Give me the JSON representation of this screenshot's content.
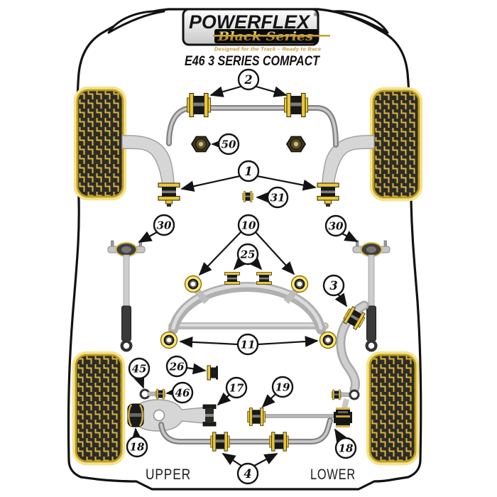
{
  "header": {
    "brand": "POWERFLEX",
    "registered_mark": "®",
    "series": "Black Series",
    "tagline": "Designed for the Track – Ready to Race",
    "model_title": "E46 3 SERIES COMPACT"
  },
  "footer_labels": {
    "left": "UPPER",
    "right": "LOWER"
  },
  "colors": {
    "bushing_yellow": "#e9c93f",
    "gold_text": "#c49a2e",
    "tire_outline_yellow": "#e8c944",
    "metal_gray": "#c9c9c9",
    "outline_black": "#141414",
    "series_gradient_top": "#ffe87a",
    "series_gradient_bottom": "#8f5f12"
  },
  "callouts": [
    {
      "label": "2",
      "points_to": "front-anti-roll-bar-bushings"
    },
    {
      "label": "50",
      "points_to": "front-arm-hex-nut"
    },
    {
      "label": "1",
      "points_to": "front-arm-rear-bushings"
    },
    {
      "label": "31",
      "points_to": "steering-coupling-bushing"
    },
    {
      "label": "30",
      "points_to": "front-shock-top-mount-left"
    },
    {
      "label": "10",
      "points_to": "rear-subframe-front-mounting-bushes"
    },
    {
      "label": "30",
      "points_to": "front-shock-top-mount-right"
    },
    {
      "label": "25",
      "points_to": "rear-subframe-top-bushes"
    },
    {
      "label": "3",
      "points_to": "rear-trailing-arm-bush"
    },
    {
      "label": "11",
      "points_to": "rear-subframe-rear-mounting-bushes"
    },
    {
      "label": "45",
      "points_to": "gear-linkage-rod-ring"
    },
    {
      "label": "26",
      "points_to": "small-mount-bush"
    },
    {
      "label": "46",
      "points_to": "gear-linkage-rod-bush"
    },
    {
      "label": "17",
      "points_to": "lower-arm-inner-bush"
    },
    {
      "label": "19",
      "points_to": "rear-anti-roll-bar-link-bush"
    },
    {
      "label": "18",
      "points_to": "rear-arm-front-bush-left"
    },
    {
      "label": "18",
      "points_to": "rear-arm-front-bush-right"
    },
    {
      "label": "4",
      "points_to": "rear-anti-roll-bar-bushes"
    }
  ]
}
